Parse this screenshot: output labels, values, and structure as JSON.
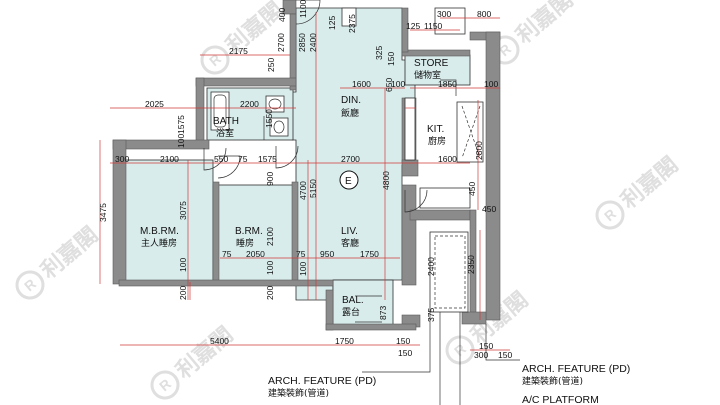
{
  "rooms": {
    "store_en": "STORE",
    "store_cn": "儲物室",
    "din_en": "DIN.",
    "din_cn": "飯廳",
    "bath_en": "BATH",
    "bath_cn": "浴室",
    "kit_en": "KIT.",
    "kit_cn": "廚房",
    "mbrm_en": "M.B.RM.",
    "mbrm_cn": "主人睡房",
    "brm_en": "B.RM.",
    "brm_cn": "睡房",
    "liv_en": "LIV.",
    "liv_cn": "客廳",
    "bal_en": "BAL.",
    "bal_cn": "露台"
  },
  "marker": "E",
  "notes": {
    "arch_left_en": "ARCH. FEATURE (PD)",
    "arch_left_cn": "建築裝飾(管道)",
    "arch_right_en": "ARCH. FEATURE (PD)",
    "arch_right_cn": "建築裝飾(管道)",
    "ac_platform": "A/C PLATFORM"
  },
  "watermark": "利嘉閣",
  "watermark_logo": "R",
  "dims": {
    "d300_tr": "300",
    "d800_tr": "800",
    "d125": "125",
    "d1150": "1150",
    "d400_top": "400",
    "d1100_top": "1100",
    "d2175": "2175",
    "d2700_v": "2700",
    "d2850_v": "2850",
    "d2400_v": "2400",
    "d125_v": "125",
    "d2375_v": "2375",
    "d325_v": "325",
    "d250_v": "250",
    "d150_v": "150",
    "d1600_a": "1600",
    "d650_v": "650",
    "d100_a": "100",
    "d1850": "1850",
    "d100_b": "100",
    "d2025": "2025",
    "d2200": "2200",
    "d1575_v": "1575",
    "d1550_v": "1550",
    "d100_v": "100",
    "d300_l": "300",
    "d2100_h": "2100",
    "d550": "550",
    "d75_a": "75",
    "d1575_h": "1575",
    "d2700_h": "2700",
    "d1600_b": "1600",
    "d2800_v": "2800",
    "d3475": "3475",
    "d3075": "3075",
    "d900_v": "900",
    "d4700": "4700",
    "d5150": "5150",
    "d4800": "4800",
    "d450_a": "450",
    "d450_b": "450",
    "d2100_v": "2100",
    "d75_b": "75",
    "d2050": "2050",
    "d75_c": "75",
    "d950": "950",
    "d1750_h": "1750",
    "d2400_c": "2400",
    "d2350": "2350",
    "d100_l1": "100",
    "d100_l2": "100",
    "d100_l3": "100",
    "d200_l1": "200",
    "d200_l2": "200",
    "d873": "873",
    "d5400": "5400",
    "d150_b": "150",
    "d1750_b": "1750",
    "d375": "375",
    "d150_c": "150",
    "d150_d": "150",
    "d300_b": "300",
    "d150_e": "150"
  },
  "colors": {
    "room_fill": "#d9ecec",
    "wall": "#8b8b8b",
    "dimension": "#d03a3a",
    "watermark": "#b9b9b9"
  }
}
